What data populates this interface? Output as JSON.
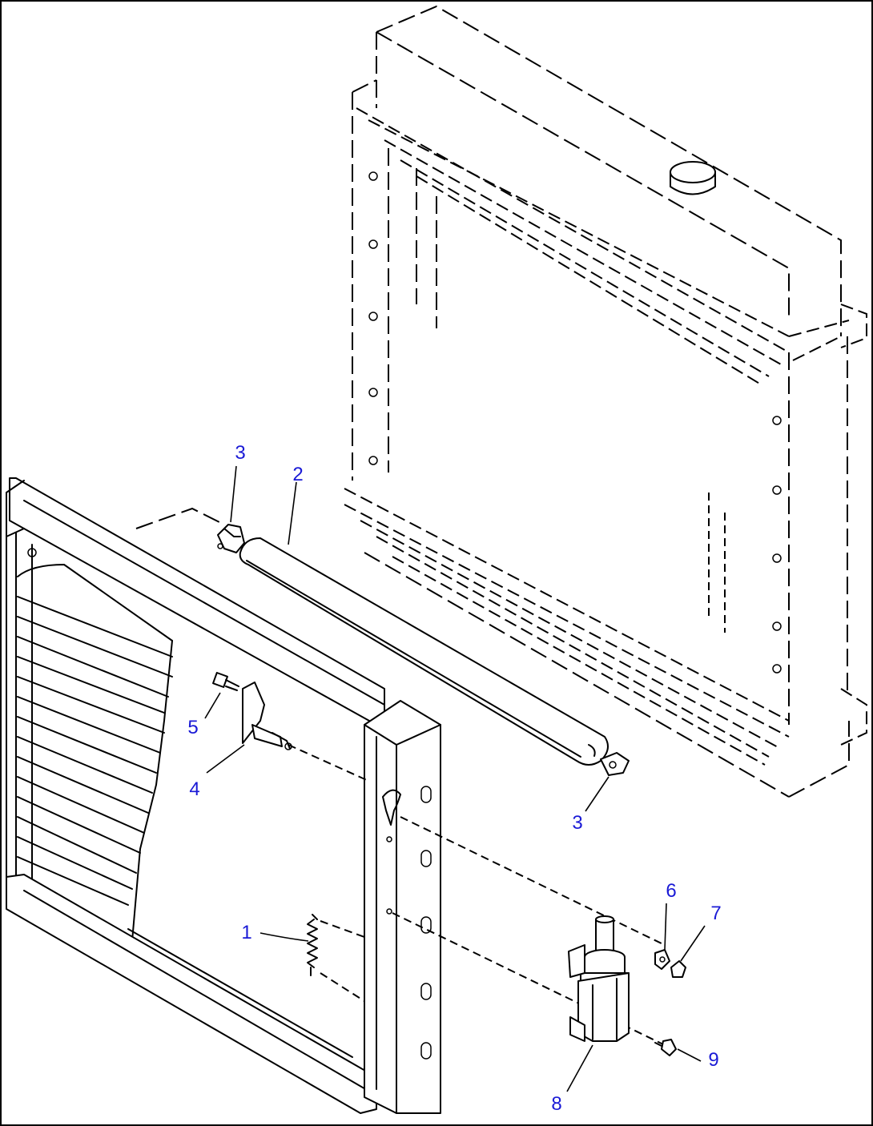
{
  "diagram": {
    "callouts": [
      {
        "id": "c3a",
        "label": "3"
      },
      {
        "id": "c2",
        "label": "2"
      },
      {
        "id": "c5",
        "label": "5"
      },
      {
        "id": "c4",
        "label": "4"
      },
      {
        "id": "c3b",
        "label": "3"
      },
      {
        "id": "c1",
        "label": "1"
      },
      {
        "id": "c6",
        "label": "6"
      },
      {
        "id": "c7",
        "label": "7"
      },
      {
        "id": "c8",
        "label": "8"
      },
      {
        "id": "c9",
        "label": "9"
      }
    ],
    "colors": {
      "callout": "#1a1ad6",
      "line": "#000000",
      "background": "#ffffff"
    }
  }
}
